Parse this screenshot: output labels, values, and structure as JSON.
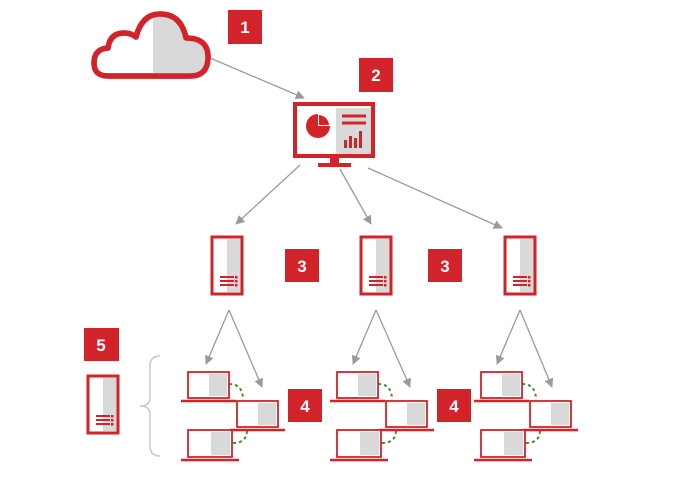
{
  "colors": {
    "accent": "#d2232a",
    "panel": "#d9d9d9",
    "arrow": "#9a9a9a",
    "link": "#3e8f2a",
    "brace": "#c8c8c8"
  },
  "icons": {
    "cloud": "cloud-icon",
    "dashboard": "monitor-dashboard-icon",
    "server": "server-icon",
    "laptop": "laptop-icon"
  },
  "badges": [
    {
      "id": "badge-1",
      "label": "1"
    },
    {
      "id": "badge-2",
      "label": "2"
    },
    {
      "id": "badge-3-left",
      "label": "3"
    },
    {
      "id": "badge-3-right",
      "label": "3"
    },
    {
      "id": "badge-4-middle",
      "label": "4"
    },
    {
      "id": "badge-4-right",
      "label": "4"
    },
    {
      "id": "badge-5",
      "label": "5"
    }
  ]
}
